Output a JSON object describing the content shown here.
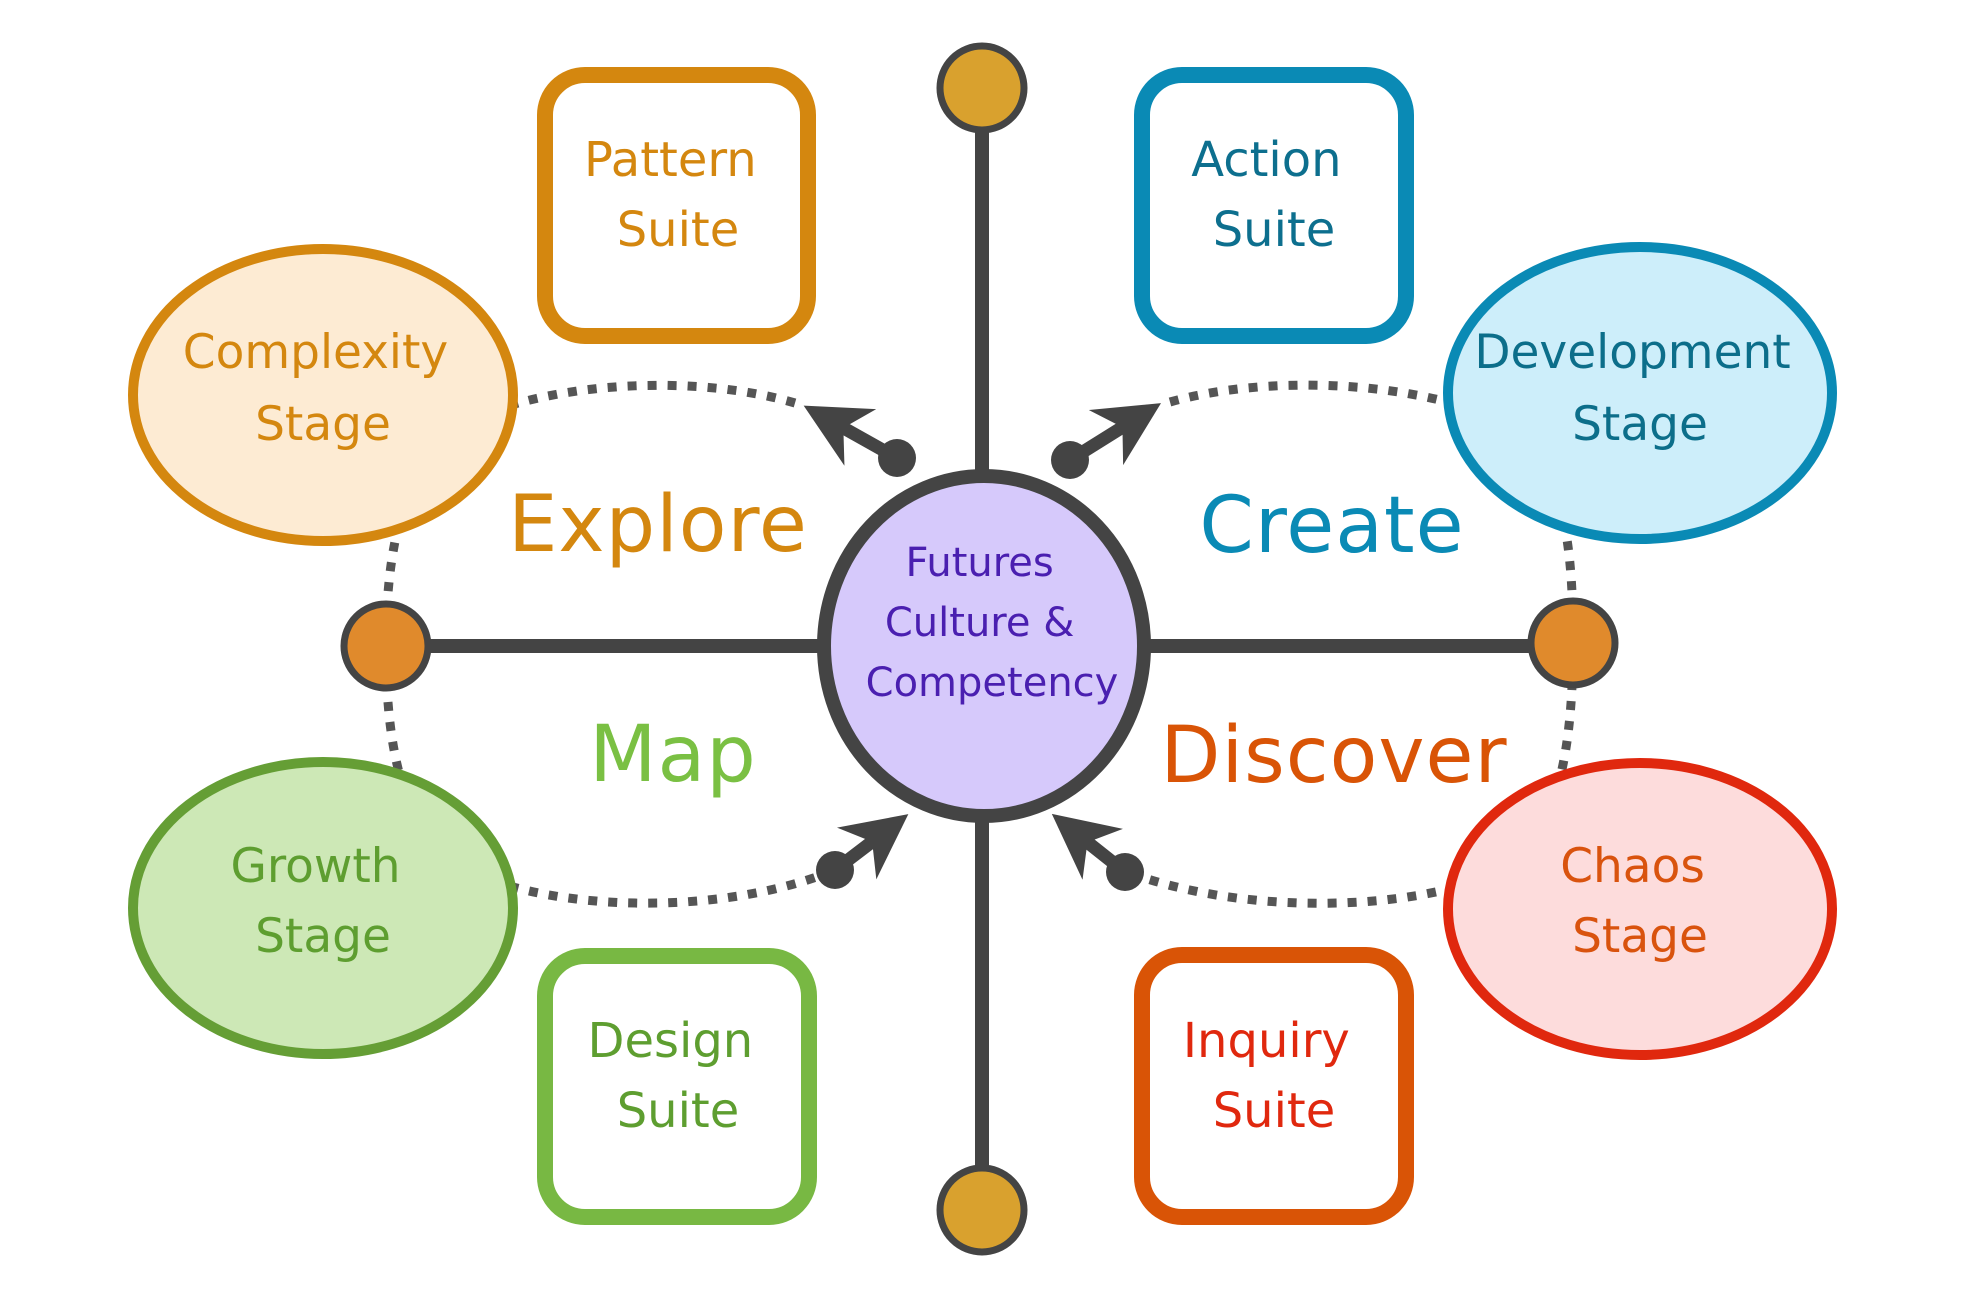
{
  "center": {
    "lines": [
      "Futures",
      "Culture &",
      "Competency"
    ],
    "fill": "#d6c9fb",
    "text_color": "#4a1fb0"
  },
  "quadrant_labels": {
    "explore": {
      "text": "Explore",
      "color": "#d4870f"
    },
    "create": {
      "text": "Create",
      "color": "#0a8ab5"
    },
    "map": {
      "text": "Map",
      "color": "#7ac043"
    },
    "discover": {
      "text": "Discover",
      "color": "#d95406"
    }
  },
  "stages": {
    "complexity": {
      "lines": [
        "Complexity",
        "Stage"
      ],
      "fill": "#fdebd3",
      "stroke": "#d4870f",
      "text_color": "#d4870f"
    },
    "development": {
      "lines": [
        "Development",
        "Stage"
      ],
      "fill": "#cdeefa",
      "stroke": "#0a8ab5",
      "text_color": "#0c6e8a"
    },
    "growth": {
      "lines": [
        "Growth",
        "Stage"
      ],
      "fill": "#cde8b6",
      "stroke": "#659e35",
      "text_color": "#5e9e30"
    },
    "chaos": {
      "lines": [
        "Chaos",
        "Stage"
      ],
      "fill": "#fddcdc",
      "stroke": "#e0280e",
      "text_color": "#d9530e"
    }
  },
  "suites": {
    "pattern": {
      "lines": [
        "Pattern",
        "Suite"
      ],
      "stroke": "#d4870f",
      "text_color": "#d4870f"
    },
    "action": {
      "lines": [
        "Action",
        "Suite"
      ],
      "stroke": "#0a8ab5",
      "text_color": "#0d6f8e"
    },
    "design": {
      "lines": [
        "Design",
        "Suite"
      ],
      "stroke": "#78b843",
      "text_color": "#5e9e30"
    },
    "inquiry": {
      "lines": [
        "Inquiry",
        "Suite"
      ],
      "stroke": "#d95406",
      "text_color": "#e0280e"
    }
  },
  "axis_nodes": {
    "top": {
      "fill": "#d9a12e"
    },
    "bottom": {
      "fill": "#d9a12e"
    },
    "left": {
      "fill": "#e08a2c"
    },
    "right": {
      "fill": "#e08a2c"
    }
  },
  "line_color": "#444444"
}
